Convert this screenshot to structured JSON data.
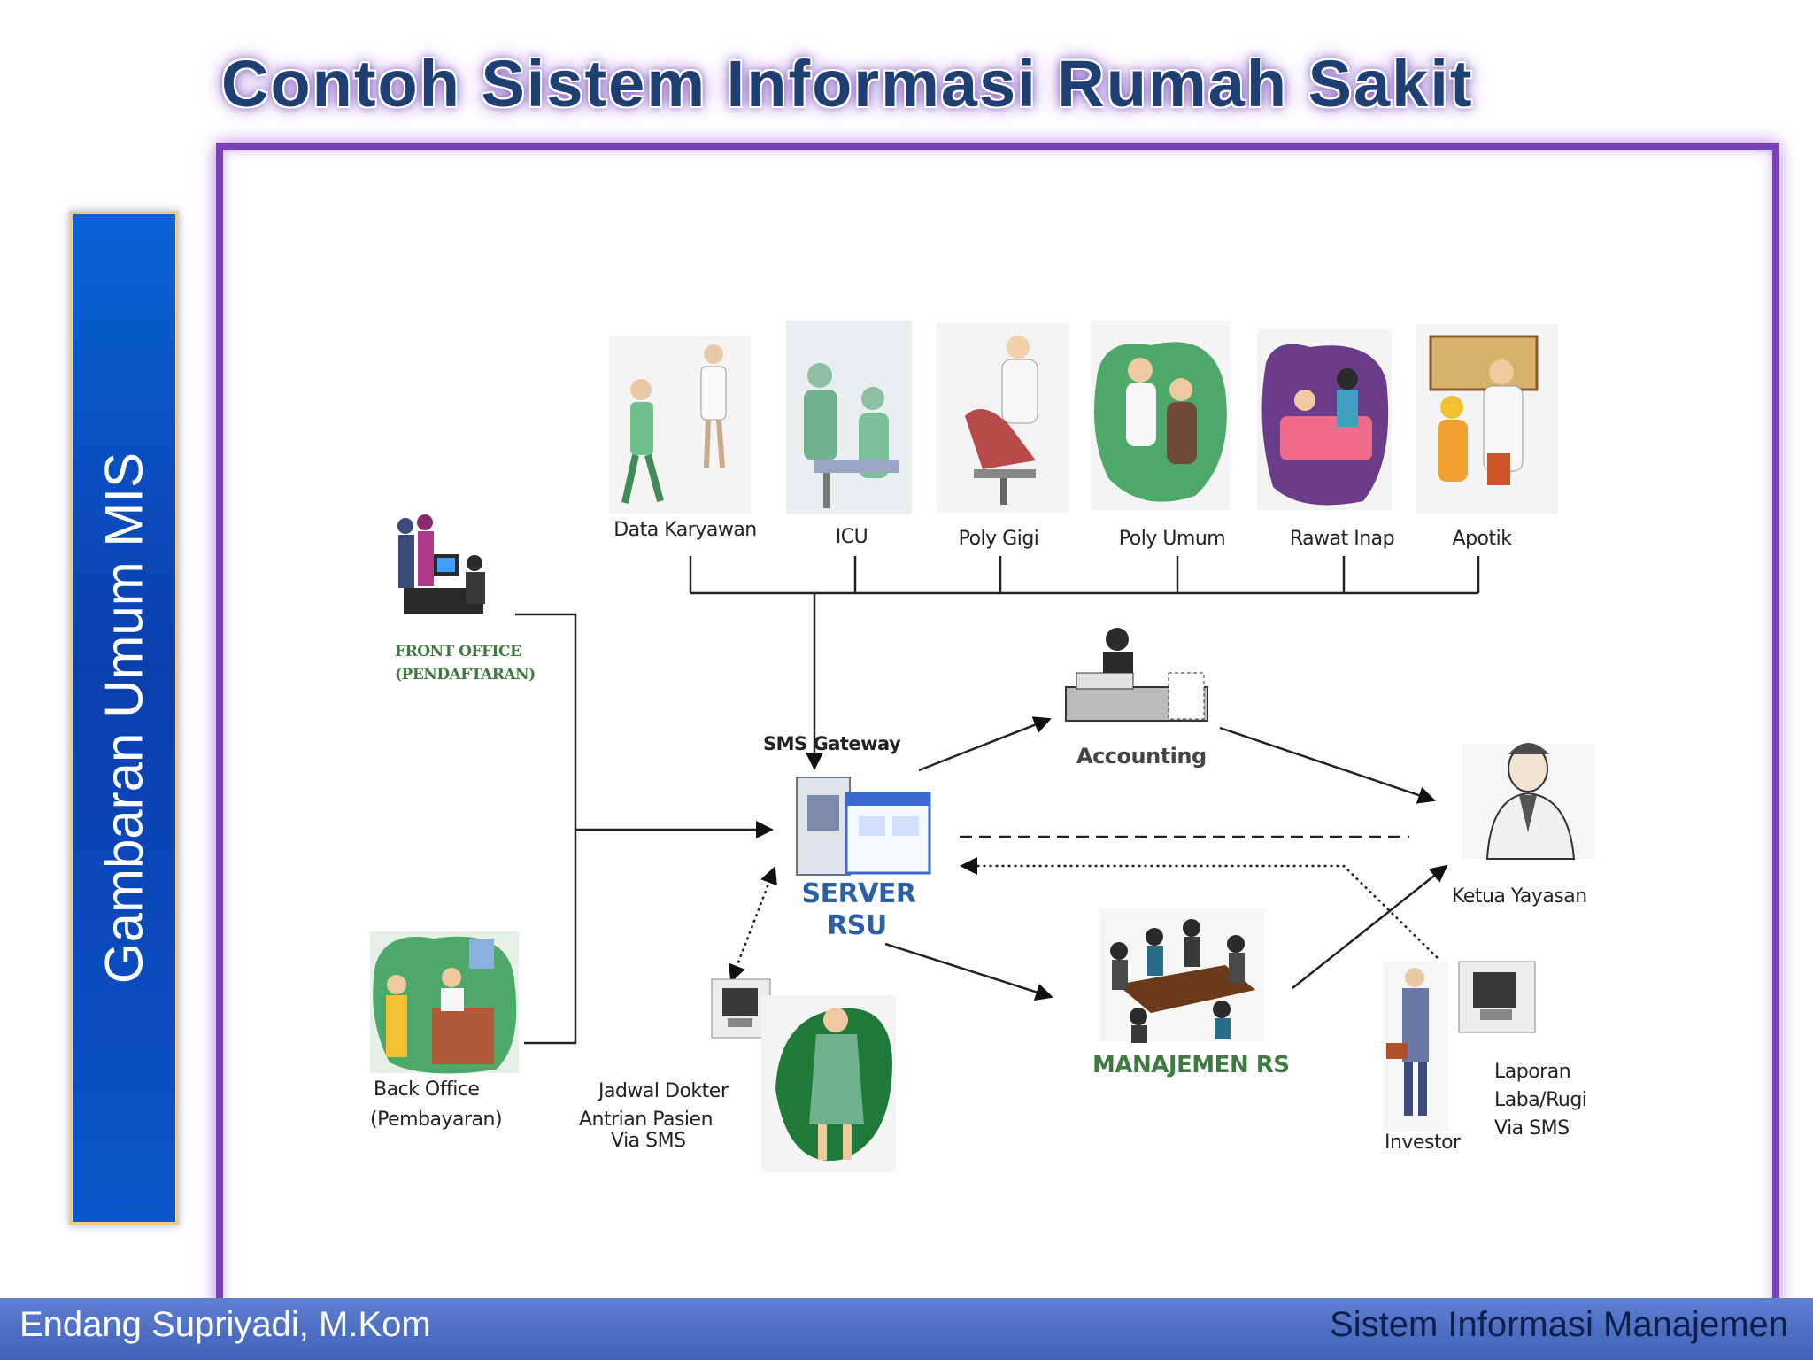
{
  "title": "Contoh Sistem Informasi Rumah Sakit",
  "sidebar_label": "Gambaran Umum MIS",
  "footer": {
    "author": "Endang Supriyadi, M.Kom",
    "course": "Sistem Informasi Manajemen"
  },
  "colors": {
    "title": "#1d3f73",
    "frame": "#7b3fb8",
    "sidebar": "#0b4fc4",
    "footer": "#4a6cc0",
    "server_label": "#2b5fa6",
    "green_label": "#3f7a3f"
  },
  "diagram": {
    "units": [
      {
        "label": "Data Karyawan",
        "icon": "staff-icon"
      },
      {
        "label": "ICU",
        "icon": "surgery-icon"
      },
      {
        "label": "Poly Gigi",
        "icon": "dentist-icon"
      },
      {
        "label": "Poly Umum",
        "icon": "doctor-patient-icon"
      },
      {
        "label": "Rawat Inap",
        "icon": "hospital-bed-icon"
      },
      {
        "label": "Apotik",
        "icon": "pharmacy-icon"
      }
    ],
    "front_office": {
      "line1": "FRONT OFFICE",
      "line2": "(PENDAFTARAN)"
    },
    "back_office": {
      "line1": "Back Office",
      "line2": "(Pembayaran)"
    },
    "sms_gateway": "SMS Gateway",
    "server": {
      "line1": "SERVER",
      "line2": "RSU"
    },
    "accounting": "Accounting",
    "ketua": "Ketua Yayasan",
    "management": "MANAJEMEN RS",
    "jadwal": {
      "line1": "Jadwal Dokter",
      "line2": "Antrian Pasien",
      "line3": "Via SMS"
    },
    "investor": "Investor",
    "laporan": {
      "line1": "Laporan",
      "line2": "Laba/Rugi",
      "line3": "Via SMS"
    }
  }
}
